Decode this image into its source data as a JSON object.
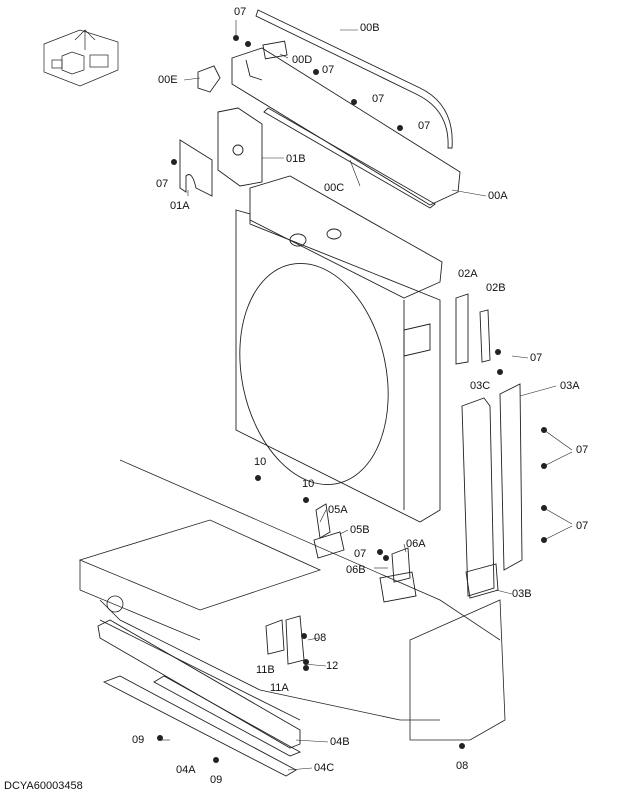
{
  "drawing_code": "DCYA60003458",
  "labels": {
    "l07a": "07",
    "l00b": "00B",
    "l00d": "00D",
    "l07b": "07",
    "l00e": "00E",
    "l07c": "07",
    "l07d": "07",
    "l01b": "01B",
    "l07e": "07",
    "l00c": "00C",
    "l00a": "00A",
    "l01a": "01A",
    "l02a": "02A",
    "l02b": "02B",
    "l07f": "07",
    "l03c": "03C",
    "l03a": "03A",
    "l07g": "07",
    "l10a": "10",
    "l10b": "10",
    "l05a": "05A",
    "l07h": "07",
    "l05b": "05B",
    "l06a": "06A",
    "l07i": "07",
    "l06b": "06B",
    "l03b": "03B",
    "l08a": "08",
    "l11b": "11B",
    "l12": "12",
    "l11a": "11A",
    "l04b": "04B",
    "l09a": "09",
    "l04a": "04A",
    "l04c": "04C",
    "l09b": "09",
    "l08b": "08"
  }
}
